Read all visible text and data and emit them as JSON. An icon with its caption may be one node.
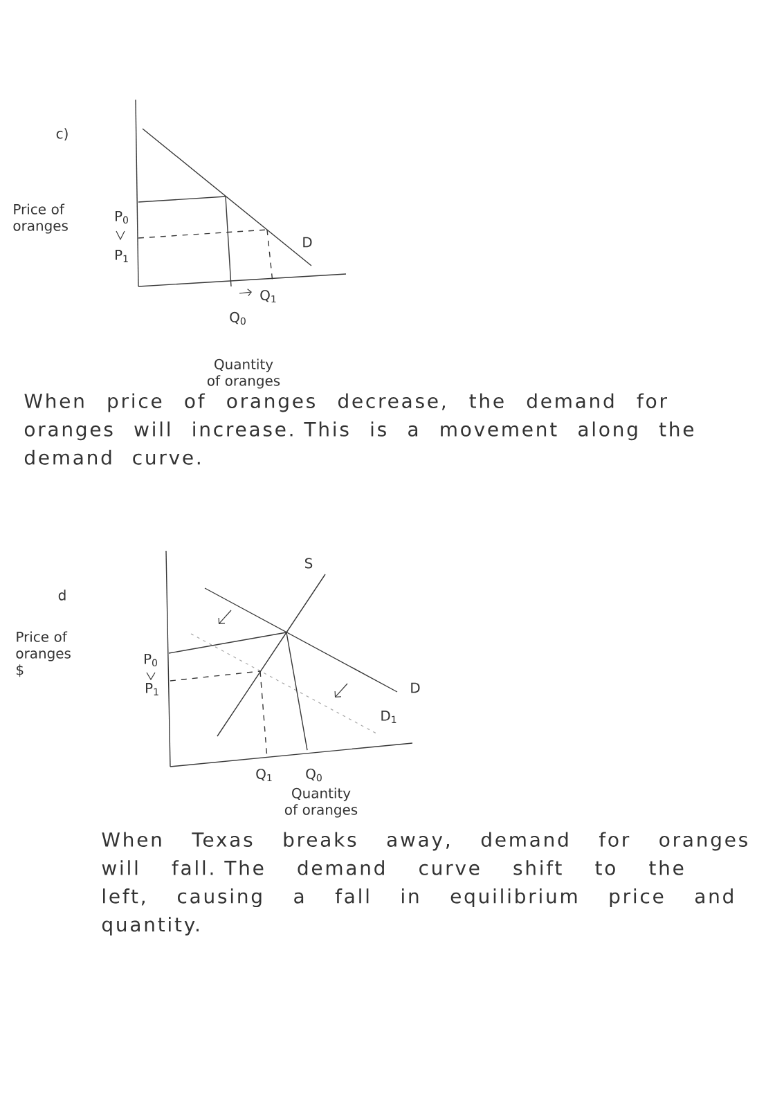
{
  "diagram": {
    "labels": [
      "c)",
      "Price of oranges",
      "P$_{0}$",
      "P$_{1}$",
      "D",
      "Q$_{1}$",
      "Q$_{0}$",
      "Quantity of oranges",
      "When price of oranges decrease, the demand for oranges will increase. This is a movement along the demand curve.",
      "d",
      "S",
      "Price of oranges $",
      "P$_{0}$",
      "P$_{1}$",
      "D",
      "D$_{1}$",
      "Q$_{1}$",
      "Q$_{0}$",
      "Quantity of oranges",
      "When Texas breaks away, demand for oranges will fall. The demand curve shift to the left, causing a fall in equilibrium price and quantity."
    ]
  }
}
